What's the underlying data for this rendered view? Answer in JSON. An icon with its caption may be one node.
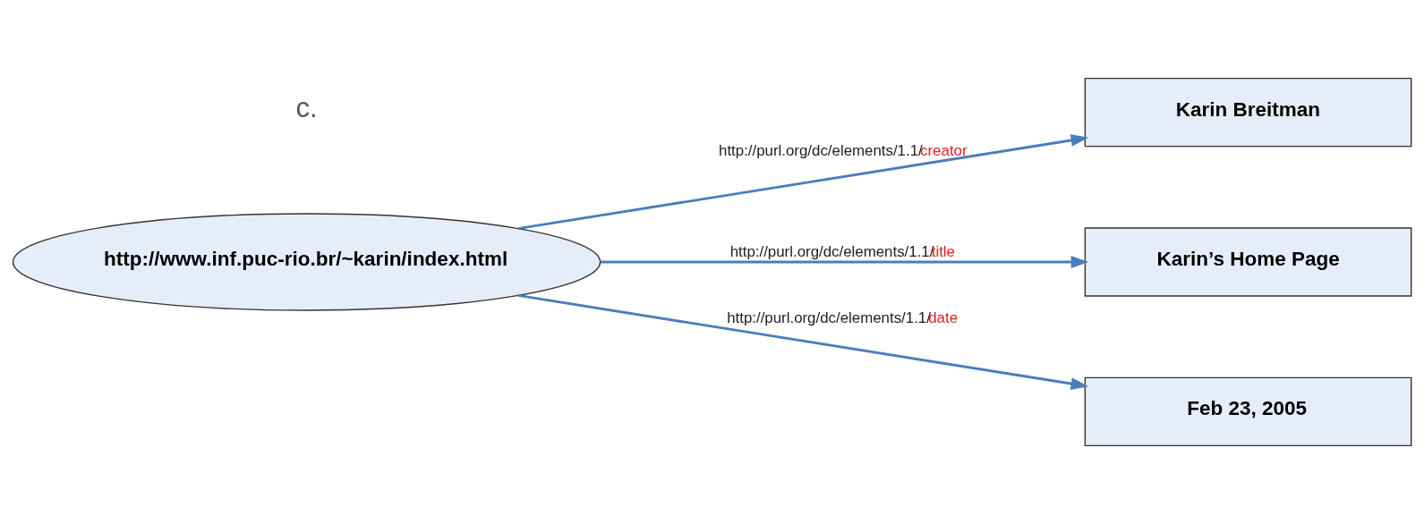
{
  "diagram": {
    "nodes": [
      {
        "text": [
          "http://www.inf.puc-rio.br/~karin/index.html"
        ]
      },
      {
        "text": [
          "Karin Breitman"
        ]
      },
      {
        "text": [
          "Karin’s Home Page"
        ]
      },
      {
        "text": [
          "Feb 23, 2005"
        ]
      }
    ],
    "edges": [
      {
        "from": 0,
        "to": 1,
        "arrow": "to",
        "label": "http://purl.org/dc/elements/1.1/creator"
      },
      {
        "from": 0,
        "to": 2,
        "arrow": "to",
        "label": "http://purl.org/dc/elements/1.1/title"
      },
      {
        "from": 0,
        "to": 3,
        "arrow": "to",
        "label": "http://purl.org/dc/elements/1.1/date"
      }
    ],
    "labels": [
      "c."
    ]
  }
}
